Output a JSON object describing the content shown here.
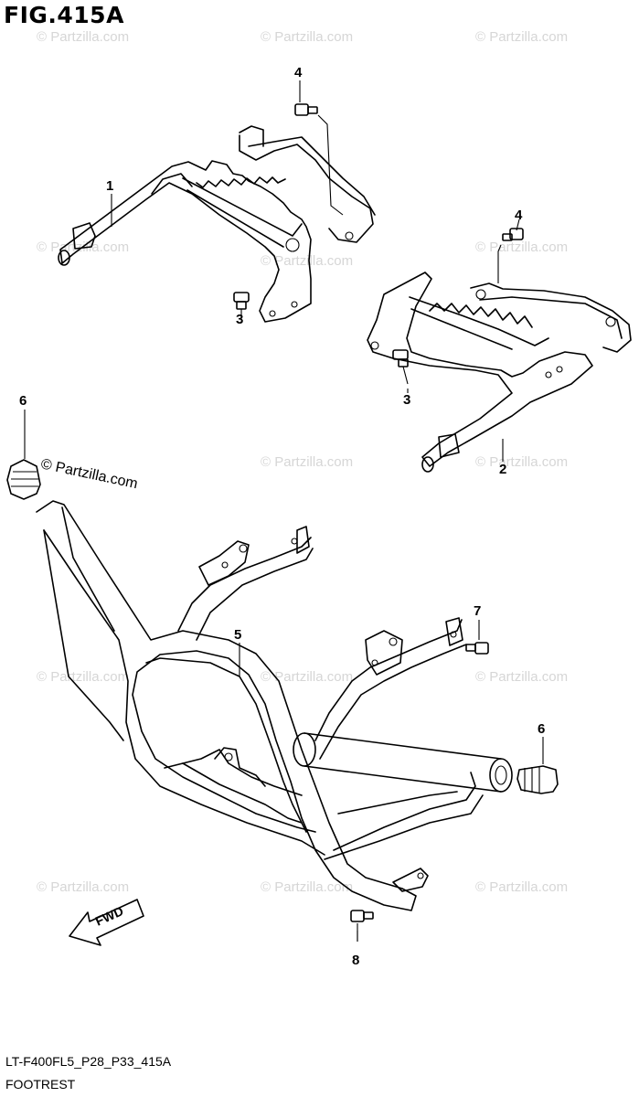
{
  "figure": {
    "title": "FIG.415A",
    "code": "LT-F400FL5_P28_P33_415A",
    "caption": "FOOTREST"
  },
  "callouts": [
    "1",
    "2",
    "3",
    "3",
    "4",
    "4",
    "5",
    "6",
    "6",
    "7",
    "8"
  ],
  "watermark": {
    "text": "© Partzilla.com",
    "featured_text": "© Partzilla.com"
  },
  "direction_marker": "FWD",
  "colors": {
    "ink": "#000000",
    "watermark": "#d6d6d6",
    "background": "#ffffff"
  }
}
